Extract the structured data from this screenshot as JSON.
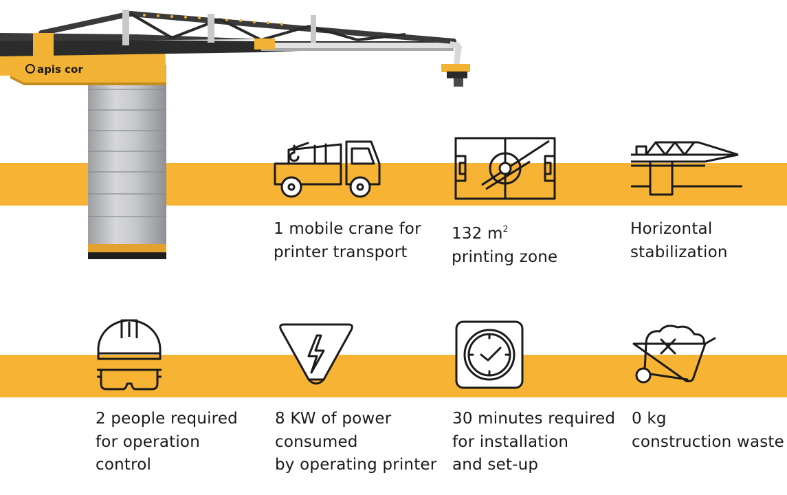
{
  "brand": {
    "logo_text": "apis cor",
    "accent_color": "#f7b334"
  },
  "features": [
    {
      "icon": "mobile-crane-truck-icon",
      "lines": [
        "1 mobile crane for",
        "printer transport"
      ]
    },
    {
      "icon": "printing-zone-icon",
      "lines_main": "132 m",
      "sup": "2",
      "line2": "printing zone"
    },
    {
      "icon": "horizontal-stabilization-icon",
      "lines": [
        "Horizontal",
        "stabilization"
      ]
    },
    {
      "icon": "hard-hat-goggles-icon",
      "lines": [
        "2 people required",
        "for operation",
        "control"
      ]
    },
    {
      "icon": "power-lightning-icon",
      "lines": [
        "8 KW of power",
        "consumed",
        "by operating printer"
      ]
    },
    {
      "icon": "clock-icon",
      "lines": [
        "30 minutes required",
        "for installation",
        "and set-up"
      ]
    },
    {
      "icon": "wheelbarrow-icon",
      "lines": [
        "0 kg",
        "construction waste"
      ]
    }
  ]
}
